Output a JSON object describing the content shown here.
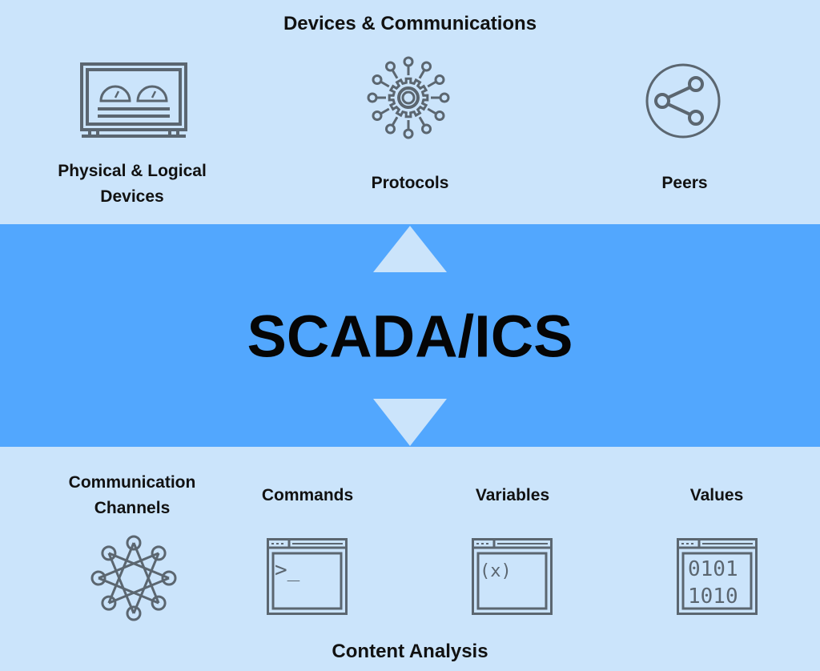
{
  "top": {
    "title": "Devices & Communications",
    "items": [
      {
        "label_1": "Physical & Logical",
        "label_2": "Devices"
      },
      {
        "label": "Protocols"
      },
      {
        "label": "Peers"
      }
    ]
  },
  "center": {
    "title": "SCADA/ICS"
  },
  "bottom": {
    "title": "Content Analysis",
    "items": [
      {
        "label_1": "Communication",
        "label_2": "Channels"
      },
      {
        "label": "Commands",
        "icon_text": ">_"
      },
      {
        "label": "Variables",
        "icon_text": "(x)"
      },
      {
        "label": "Values",
        "icon_text_1": "0101",
        "icon_text_2": "1010"
      }
    ]
  },
  "colors": {
    "background": "#cbe4fb",
    "band": "#52a7fe",
    "arrow": "#cbe4fb",
    "icon": "#5b6670"
  }
}
